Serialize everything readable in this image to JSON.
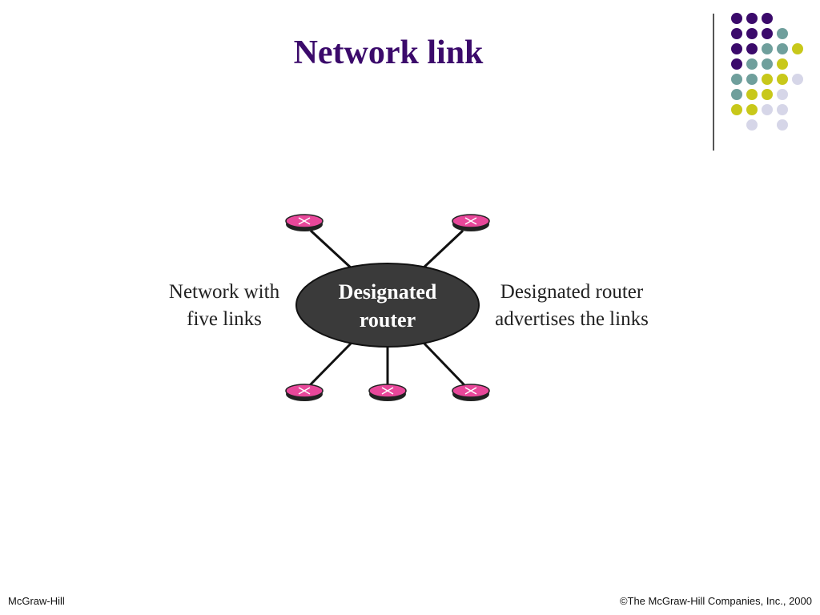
{
  "slide": {
    "title": "Network link"
  },
  "diagram": {
    "center_label_line1": "Designated",
    "center_label_line2": "router",
    "left_label_line1": "Network with",
    "left_label_line2": "five links",
    "right_label_line1": "Designated router",
    "right_label_line2": "advertises the links",
    "router_color": "#e8479a",
    "center_color": "#3a3a3a"
  },
  "footer": {
    "left": "McGraw-Hill",
    "right": "©The McGraw-Hill Companies, Inc., 2000"
  },
  "colors": {
    "purple": "#3b0a6b",
    "teal": "#6f9f9c",
    "yellow": "#c8c81a",
    "lavender": "#d6d6e8"
  }
}
